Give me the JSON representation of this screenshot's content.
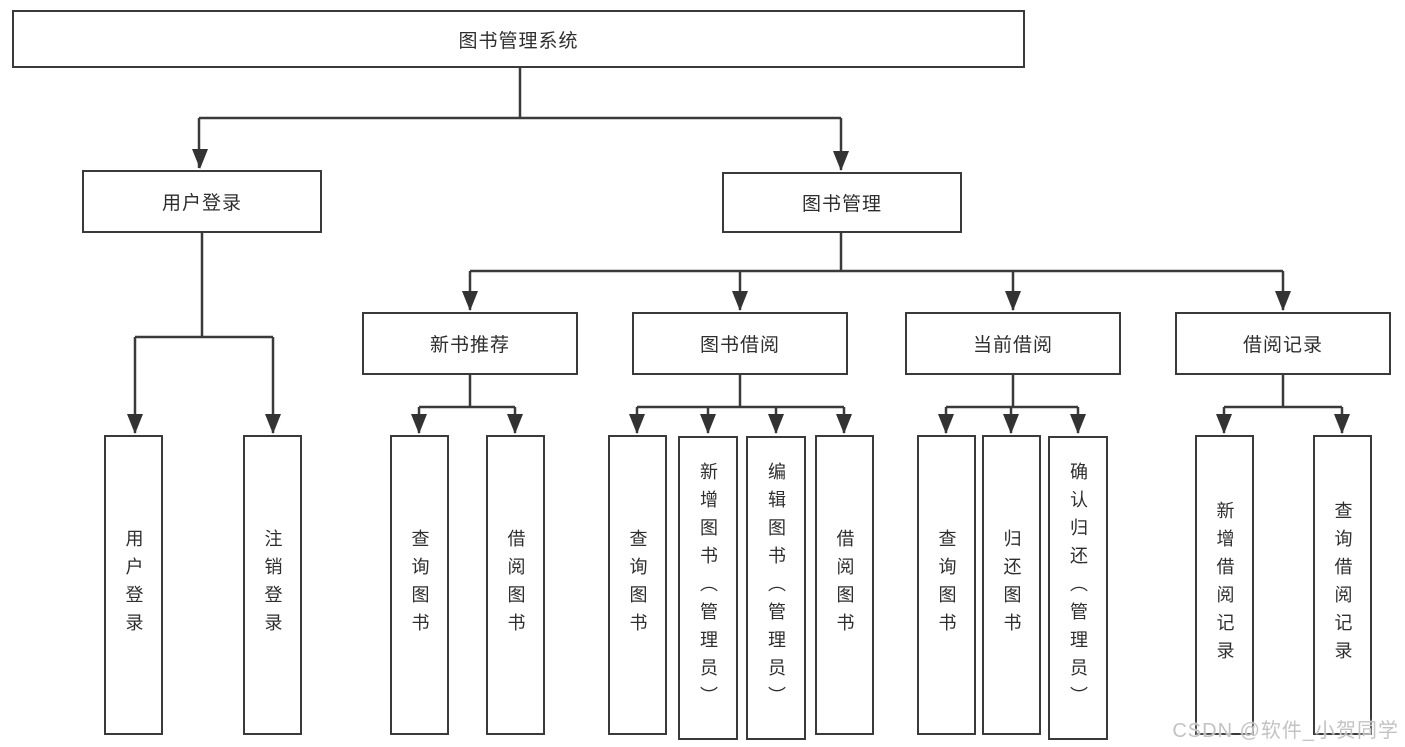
{
  "tree": {
    "root": {
      "label": "图书管理系统"
    },
    "branches": [
      {
        "label": "用户登录",
        "leaves": [
          {
            "label": "用户登录"
          },
          {
            "label": "注销登录"
          }
        ]
      },
      {
        "label": "图书管理",
        "children": [
          {
            "label": "新书推荐",
            "leaves": [
              {
                "label": "查询图书"
              },
              {
                "label": "借阅图书"
              }
            ]
          },
          {
            "label": "图书借阅",
            "leaves": [
              {
                "label": "查询图书"
              },
              {
                "label": "新增图书（管理员）"
              },
              {
                "label": "编辑图书（管理员）"
              },
              {
                "label": "借阅图书"
              }
            ]
          },
          {
            "label": "当前借阅",
            "leaves": [
              {
                "label": "查询图书"
              },
              {
                "label": "归还图书"
              },
              {
                "label": "确认归还（管理员）"
              }
            ]
          },
          {
            "label": "借阅记录",
            "leaves": [
              {
                "label": "新增借阅记录"
              },
              {
                "label": "查询借阅记录"
              }
            ]
          }
        ]
      }
    ]
  },
  "watermark": "CSDN @软件_小贺同学",
  "colors": {
    "line": "#3a3a3a",
    "text": "#2e2e2e",
    "background": "#ffffff",
    "watermark": "#c3c3c3"
  }
}
